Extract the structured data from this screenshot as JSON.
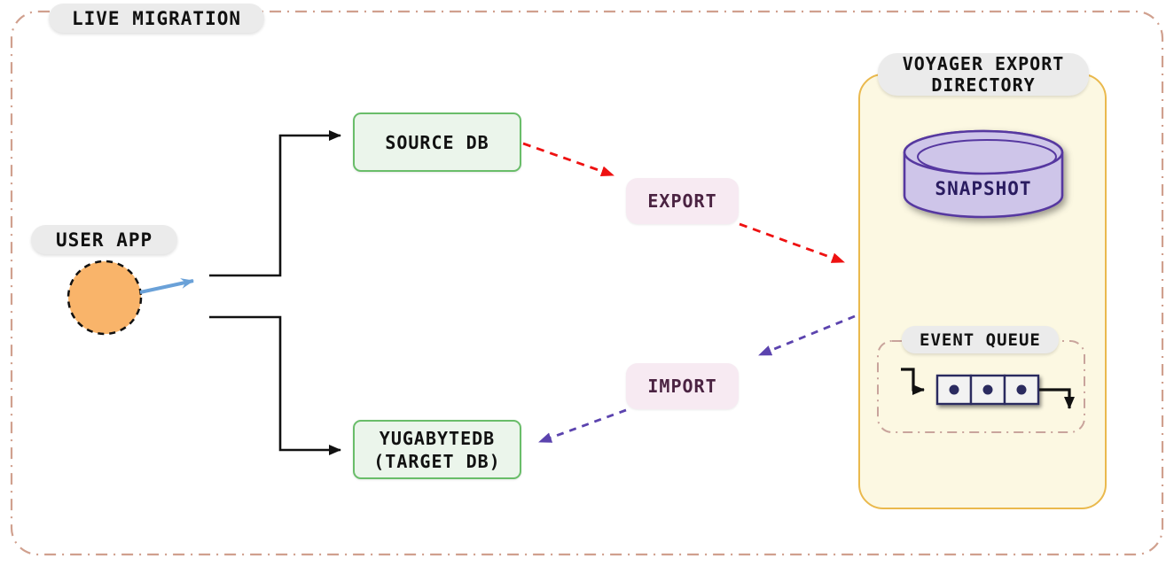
{
  "title": "LIVE MIGRATION",
  "user_app": {
    "label": "USER APP"
  },
  "source_db": {
    "label": "SOURCE DB"
  },
  "target_db": {
    "line1": "YUGABYTEDB",
    "line2": "(TARGET DB)"
  },
  "export_step": {
    "label": "EXPORT"
  },
  "import_step": {
    "label": "IMPORT"
  },
  "voyager": {
    "line1": "VOYAGER EXPORT",
    "line2": "DIRECTORY"
  },
  "snapshot": {
    "label": "SNAPSHOT"
  },
  "event_queue": {
    "label": "EVENT QUEUE"
  },
  "colors": {
    "frame_border": "#d0a08e",
    "pill_bg": "#ebebeb",
    "green_fill": "#ebf5eb",
    "green_border": "#69bd69",
    "pink_fill": "#f7eaf2",
    "pink_text": "#4b2342",
    "yellow_fill": "#fcf8e2",
    "yellow_border": "#eab94d",
    "purple_fill": "#cec5e9",
    "purple_border": "#5637a0",
    "snapshot_text": "#2a1c60",
    "queue_fill": "#f2f2f2",
    "queue_border": "#2b2b5e",
    "queue_dash_border": "#c9a49c",
    "arrow_black": "#111111",
    "arrow_blue": "#6aa1d8",
    "arrow_red": "#ee1111",
    "arrow_purple": "#5b43ae",
    "circle_fill": "#f9b46a"
  }
}
